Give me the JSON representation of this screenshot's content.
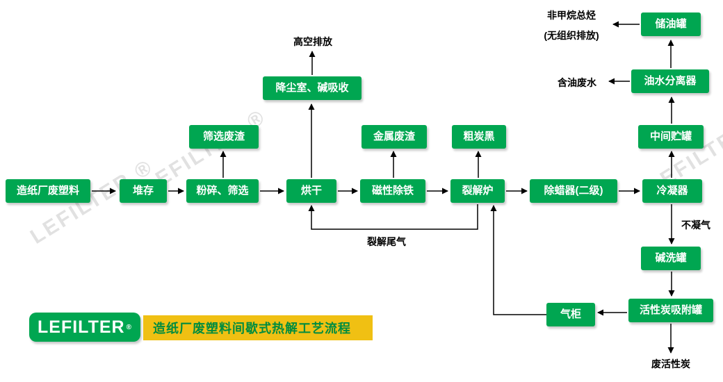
{
  "watermark_text": "LEFILTER ®",
  "brand": {
    "logo": "LEFILTER",
    "reg": "®",
    "caption": "造纸厂废塑料间歇式热解工艺流程"
  },
  "nodes": {
    "waste_plastic": "造纸厂废塑料",
    "stockpile": "堆存",
    "crushing": "粉碎、筛选",
    "drying": "烘干",
    "magnetic_separation": "磁性除铁",
    "pyrolysis_furnace": "裂解炉",
    "dewaxer": "除蜡器(二级)",
    "condenser": "冷凝器",
    "screening_residue": "筛选废渣",
    "dust_chamber": "降尘室、碱吸收",
    "metal_residue": "金属废渣",
    "carbon_black": "粗炭黑",
    "oil_storage_tank": "储油罐",
    "oil_water_separator": "油水分离器",
    "intermediate_tank": "中间贮罐",
    "alkali_washing_tank": "碱洗罐",
    "activated_carbon_tank": "活性炭吸附罐",
    "gas_cabinet": "气柜"
  },
  "labels": {
    "high_altitude_discharge": "高空排放",
    "non_methane_line1": "非甲烷总烃",
    "non_methane_line2": "(无组织排放)",
    "oily_wastewater": "含油废水",
    "non_condensable_gas": "不凝气",
    "pyrolysis_tail_gas": "裂解尾气",
    "waste_activated_carbon": "废活性炭"
  },
  "colors": {
    "box_green": "#00a651",
    "caption_yellow": "#f0c013",
    "caption_text_green": "#008c3f",
    "line_black": "#000000"
  }
}
